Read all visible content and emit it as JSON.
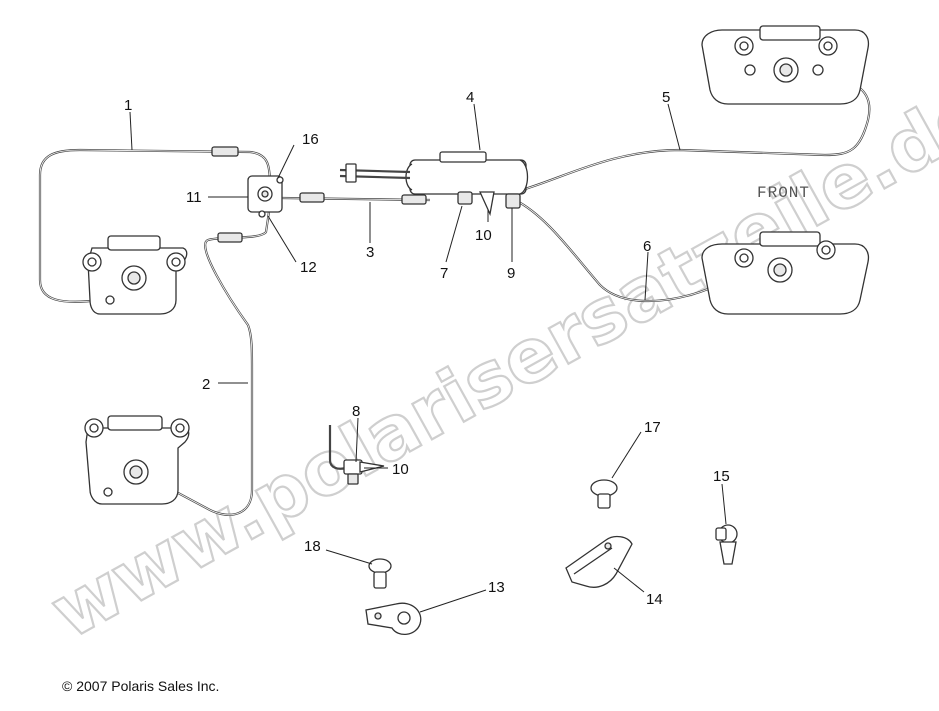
{
  "watermark": "www.polarisersatzeile.de",
  "copyright": "© 2007 Polaris Sales Inc.",
  "front_label": "FRONT",
  "callouts": {
    "c1": "1",
    "c2": "2",
    "c3": "3",
    "c4": "4",
    "c5": "5",
    "c6": "6",
    "c7": "7",
    "c8": "8",
    "c9": "9",
    "c10a": "10",
    "c10b": "10",
    "c11": "11",
    "c12": "12",
    "c13": "13",
    "c14": "14",
    "c15": "15",
    "c16": "16",
    "c17": "17",
    "c18": "18"
  }
}
